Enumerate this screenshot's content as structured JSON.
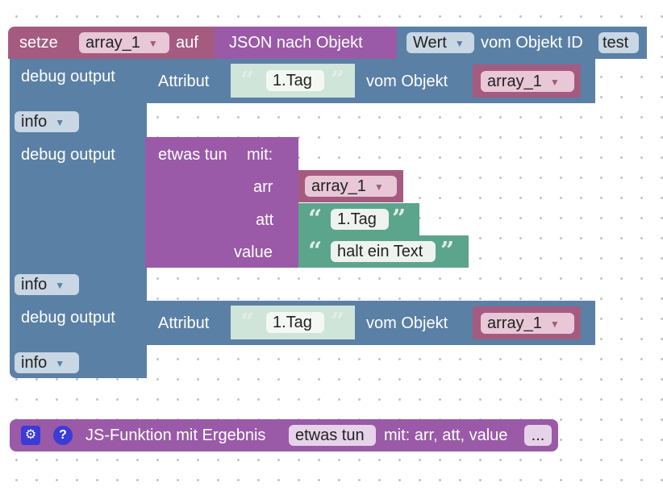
{
  "set_block": {
    "keyword": "setze",
    "variable": "array_1",
    "to_label": "auf",
    "json_label": "JSON nach Objekt",
    "value_dropdown": "Wert",
    "of_object_label": "vom Objekt ID",
    "object_id": "test"
  },
  "debug_blocks": [
    {
      "label": "debug output",
      "level": "info",
      "attr_label": "Attribut",
      "attr_value": "1.Tag",
      "of_object_label": "vom Objekt",
      "object_var": "array_1"
    },
    {
      "label": "debug output",
      "level": "info",
      "call_label": "etwas tun",
      "call_with": "mit:",
      "params": [
        {
          "name": "arr",
          "value": "array_1"
        },
        {
          "name": "att",
          "value": "1.Tag"
        },
        {
          "name": "value",
          "value": "halt ein Text"
        }
      ]
    },
    {
      "label": "debug output",
      "level": "info",
      "attr_label": "Attribut",
      "attr_value": "1.Tag",
      "of_object_label": "vom Objekt",
      "object_var": "array_1"
    }
  ],
  "function_block": {
    "label": "JS-Funktion mit Ergebnis",
    "name": "etwas tun",
    "with_label": "mit: arr, att, value",
    "more": "..."
  },
  "icons": {
    "dropdown": "triangle-down-icon",
    "open_quote": "“",
    "close_quote": "”",
    "gear": "gear-icon",
    "help": "help-icon"
  },
  "colors": {
    "variable_pink": "#a55b80",
    "function_purple": "#9a5aa8",
    "debug_blue": "#5b80a5",
    "text_teal": "#5ba58c"
  }
}
